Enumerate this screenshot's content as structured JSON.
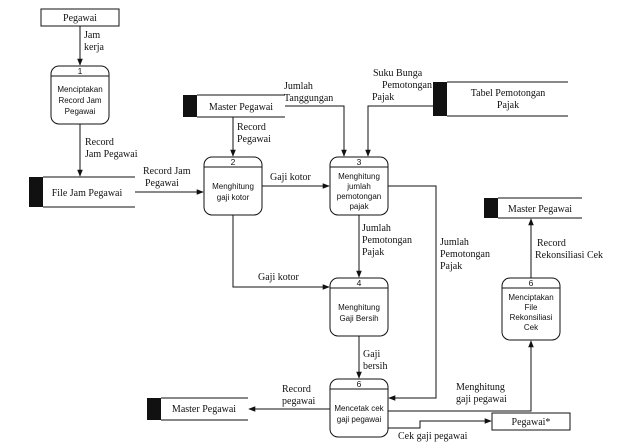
{
  "entities": [
    {
      "id": "pegawai-top",
      "label": "Pegawai"
    },
    {
      "id": "pegawai-out",
      "label": "Pegawai*"
    }
  ],
  "stores": [
    {
      "id": "file-jam-pegawai",
      "label": "File Jam Pegawai"
    },
    {
      "id": "master-pegawai-a",
      "label": "Master Pegawai"
    },
    {
      "id": "tabel-pemotongan-pajak",
      "label": [
        "Tabel Pemotongan",
        "Pajak"
      ]
    },
    {
      "id": "master-pegawai-b",
      "label": "Master Pegawai"
    },
    {
      "id": "master-pegawai-c",
      "label": "Master Pegawai"
    }
  ],
  "processes": [
    {
      "id": "p1",
      "num": "1",
      "label": [
        "Menciptakan",
        "Record Jam",
        "Pegawai"
      ]
    },
    {
      "id": "p2",
      "num": "2",
      "label": [
        "Menghitung",
        "gaji kotor"
      ]
    },
    {
      "id": "p3",
      "num": "3",
      "label": [
        "Menghitung",
        "jumlah",
        "pemotongan",
        "pajak"
      ]
    },
    {
      "id": "p4",
      "num": "4",
      "label": [
        "Menghitung",
        "Gaji Bersih"
      ]
    },
    {
      "id": "p5",
      "num": "6",
      "label": [
        "Menciptakan",
        "File",
        "Rekonsiliasi",
        "Cek"
      ]
    },
    {
      "id": "p6",
      "num": "6",
      "label": [
        "Mencetak cek",
        "gaji pegawai"
      ]
    }
  ],
  "flows": {
    "jam_kerja": [
      "Jam",
      "kerja"
    ],
    "record_jam_pegawai_1": [
      "Record",
      "Jam Pegawai"
    ],
    "record_jam_pegawai_2": [
      "Record Jam",
      "Pegawai"
    ],
    "jumlah_tanggungan": [
      "Jumlah",
      "Tanggungan"
    ],
    "record_pegawai": [
      "Record",
      "Pegawai"
    ],
    "suku_bunga": [
      "Suku Bunga",
      "Pemotongan",
      "Pajak"
    ],
    "gaji_kotor_1": [
      "Gaji kotor"
    ],
    "gaji_kotor_2": [
      "Gaji kotor"
    ],
    "jumlah_pemotongan_pajak_1": [
      "Jumlah",
      "Pemotongan",
      "Pajak"
    ],
    "jumlah_pemotongan_pajak_2": [
      "Jumlah",
      "Pemotongan",
      "Pajak"
    ],
    "gaji_bersih": [
      "Gaji",
      "bersih"
    ],
    "record_rekonsiliasi_cek": [
      "Record",
      "Rekonsiliasi Cek"
    ],
    "record_pegawai_out": [
      "Record",
      "pegawai"
    ],
    "menghitung_gaji_pegawai": [
      "Menghitung",
      "gaji pegawai"
    ],
    "cek_gaji_pegawai": [
      "Cek gaji pegawai"
    ]
  }
}
